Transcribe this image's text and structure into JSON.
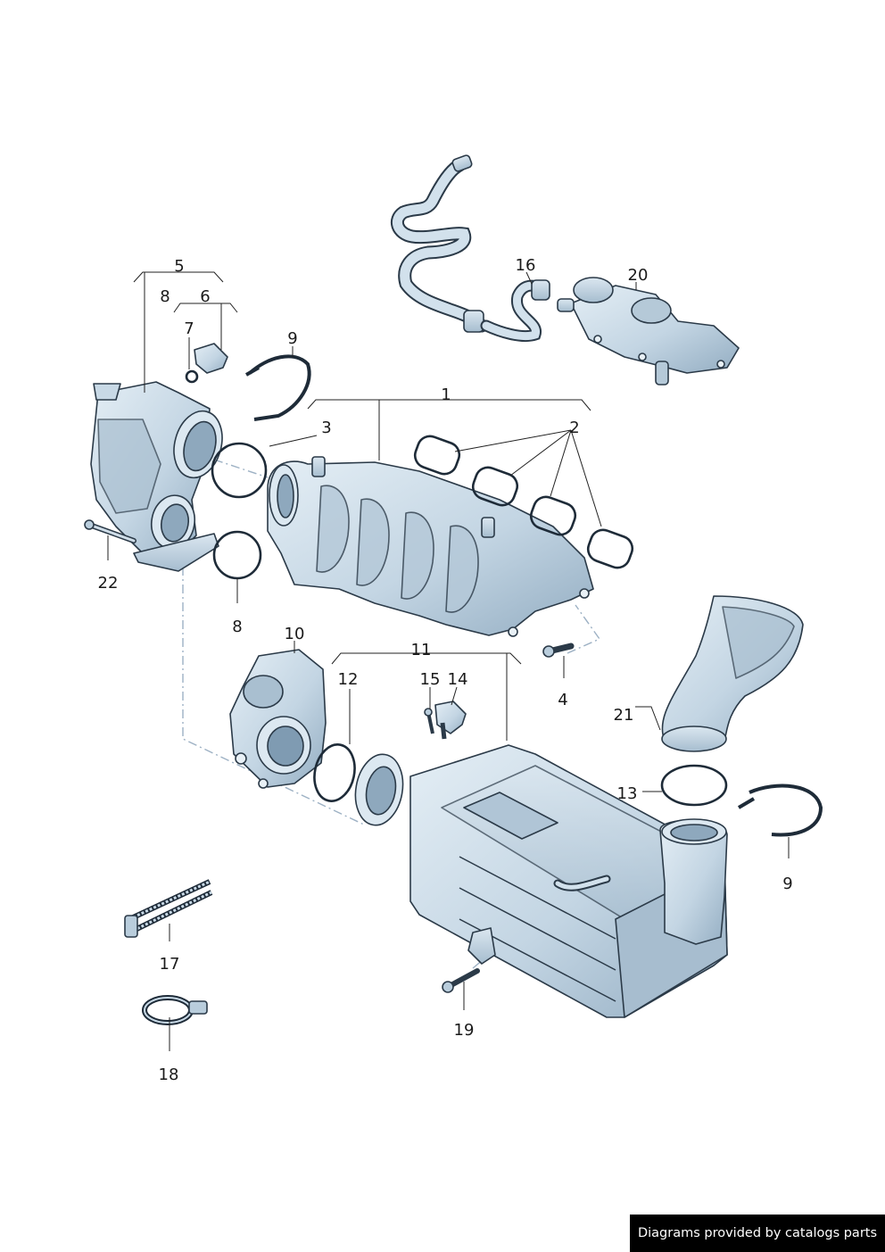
{
  "callouts": {
    "c1": "1",
    "c2": "2",
    "c3": "3",
    "c4": "4",
    "c5": "5",
    "c6": "6",
    "c7": "7",
    "c8a": "8",
    "c8b": "8",
    "c9a": "9",
    "c9b": "9",
    "c10": "10",
    "c11": "11",
    "c12": "12",
    "c13": "13",
    "c14": "14",
    "c15": "15",
    "c16": "16",
    "c17": "17",
    "c18": "18",
    "c19": "19",
    "c20": "20",
    "c21": "21",
    "c22": "22"
  },
  "footer": {
    "text": "Diagrams provided by catalogs parts"
  },
  "colors": {
    "part_fill": "#c8d9e6",
    "part_shade": "#9fb8cb",
    "part_stroke": "#2b3a48",
    "footer_bg": "#000000"
  }
}
